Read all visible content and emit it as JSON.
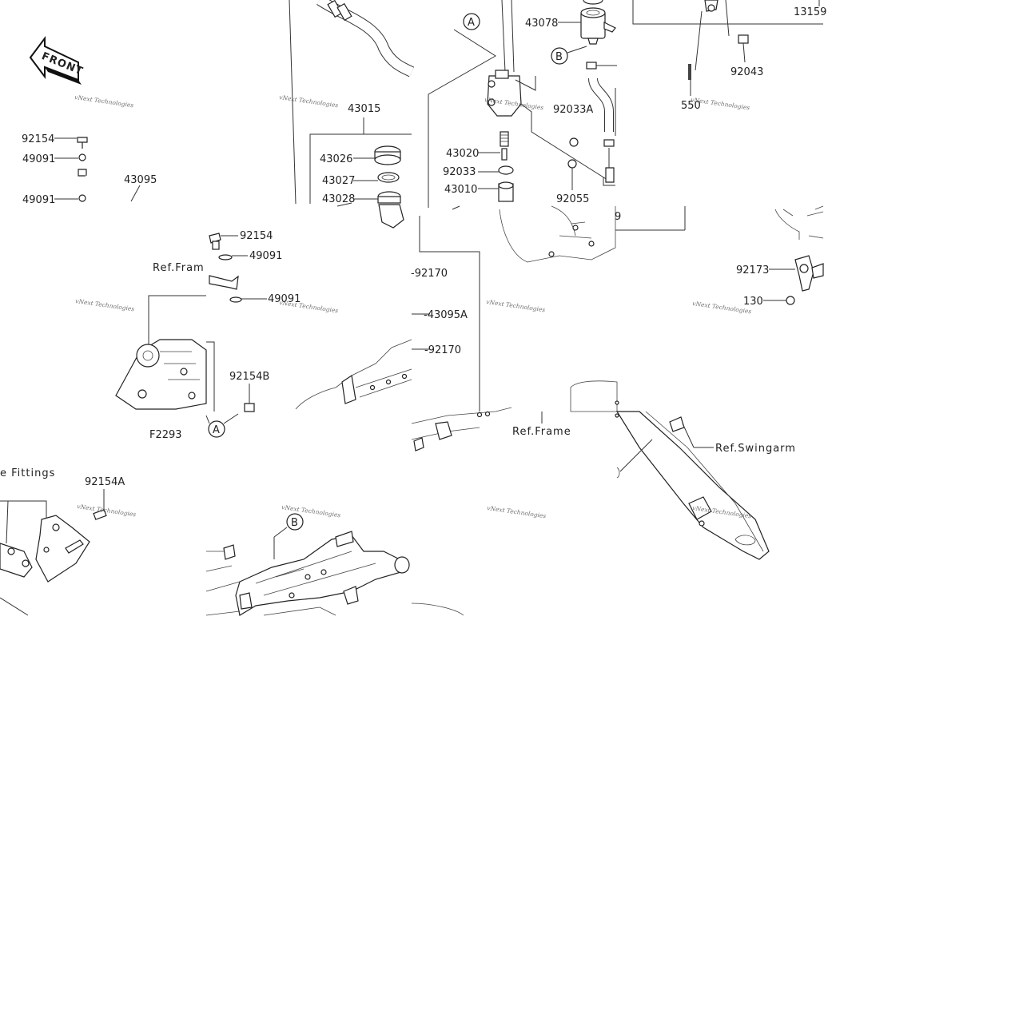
{
  "diagram_id": "F2293",
  "front_label": "FRONT",
  "watermark": "vNext Technologies",
  "part_labels": {
    "p13159": "13159",
    "p43078": "43078",
    "p92043": "92043",
    "p550": "550",
    "p43015": "43015",
    "p92033A": "92033A",
    "p92154_a": "92154",
    "p49091_a": "49091",
    "p49091_b": "49091",
    "p43095": "43095",
    "p43026": "43026",
    "p43027": "43027",
    "p43028": "43028",
    "p43020": "43020",
    "p92033": "92033",
    "p43010": "43010",
    "p92055": "92055",
    "p92154_b": "92154",
    "p49091_c": "49091",
    "p49091_d": "49091",
    "p92170_a": "-92170",
    "p43095A": "-43095A",
    "p92170_b": "-92170",
    "p92173": "92173",
    "p130": "130",
    "p92154B": "92154B",
    "p92154A": "92154A",
    "p9_partial": "9"
  },
  "ref_labels": {
    "ref_frame_1": "Ref.Fram",
    "ref_frame_2": "Ref.Frame",
    "ref_swingarm": "Ref.Swingarm",
    "fittings": "e Fittings"
  },
  "callouts": {
    "A": "A",
    "B": "B"
  }
}
